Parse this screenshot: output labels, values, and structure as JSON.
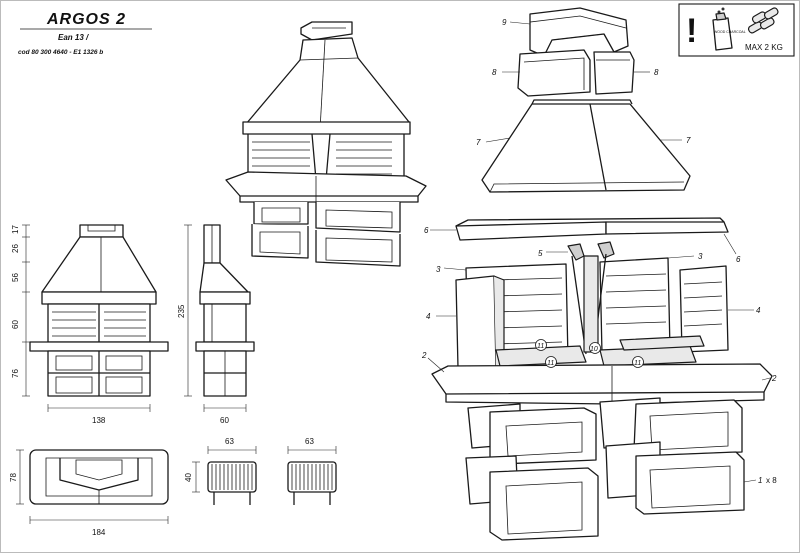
{
  "header": {
    "title": "ARGOS 2",
    "ean": "Ean 13   /",
    "code": "cod  80  300  4640  -  E1  1326  b"
  },
  "notice": {
    "bag_label": "WOOD CHARCOAL",
    "max_weight": "MAX 2 KG"
  },
  "dimensions": {
    "front_heights": [
      "17",
      "26",
      "56",
      "60",
      "76"
    ],
    "front_width": "138",
    "total_height": "235",
    "side_width": "60",
    "plan_depth": "78",
    "plan_width": "184",
    "grate_width_1": "63",
    "grate_width_2": "63",
    "grate_height": "40"
  },
  "parts": {
    "p1": "1",
    "p1_qty": "x 8",
    "p2a": "2",
    "p2b": "2",
    "p3a": "3",
    "p3b": "3",
    "p4a": "4",
    "p4b": "4",
    "p5": "5",
    "p6a": "6",
    "p6b": "6",
    "p7a": "7",
    "p7b": "7",
    "p8a": "8",
    "p8b": "8",
    "p9": "9",
    "p10": "10",
    "p11a": "11",
    "p11b": "11",
    "p11c": "11"
  }
}
